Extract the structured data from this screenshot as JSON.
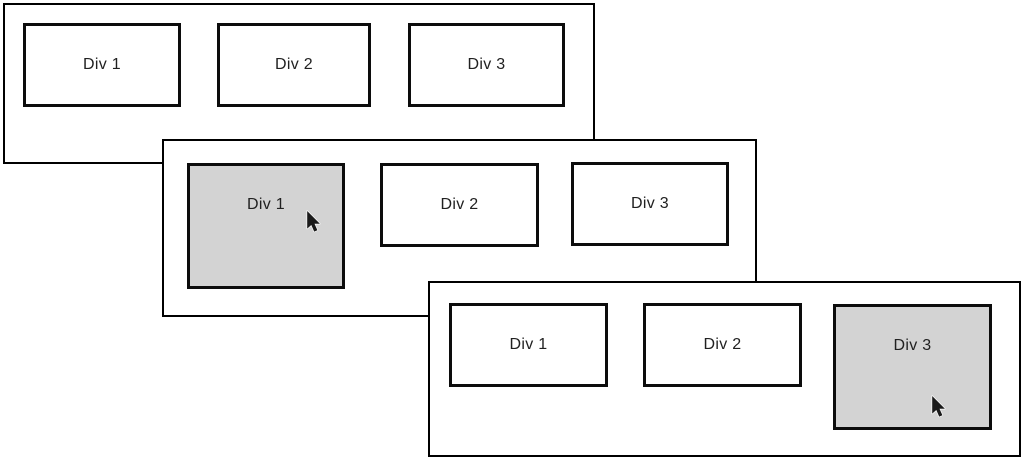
{
  "colors": {
    "background": "#ffffff",
    "panel_border": "#000000",
    "box_border": "#0c0c0c",
    "box_background": "#ffffff",
    "highlight_background": "#d3d3d3",
    "label_text": "#212121"
  },
  "icons": {
    "cursor": "arrow-pointer-icon"
  },
  "panels": [
    {
      "name": "row-default",
      "divs": [
        {
          "label": "Div 1",
          "highlighted": false
        },
        {
          "label": "Div 2",
          "highlighted": false
        },
        {
          "label": "Div 3",
          "highlighted": false
        }
      ],
      "cursor_over": null
    },
    {
      "name": "row-hover-div1",
      "divs": [
        {
          "label": "Div 1",
          "highlighted": true
        },
        {
          "label": "Div 2",
          "highlighted": false
        },
        {
          "label": "Div 3",
          "highlighted": false
        }
      ],
      "cursor_over": "Div 1"
    },
    {
      "name": "row-hover-div3",
      "divs": [
        {
          "label": "Div 1",
          "highlighted": false
        },
        {
          "label": "Div 2",
          "highlighted": false
        },
        {
          "label": "Div 3",
          "highlighted": true
        }
      ],
      "cursor_over": "Div 3"
    }
  ]
}
